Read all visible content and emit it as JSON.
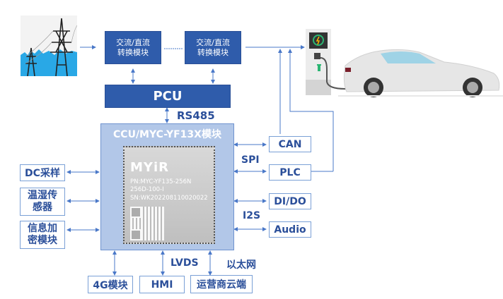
{
  "converters": [
    {
      "line1": "交流/直流",
      "line2": "转换模块"
    },
    {
      "line1": "交流/直流",
      "line2": "转换模块"
    }
  ],
  "pcu": {
    "label": "PCU"
  },
  "rs485_label": "RS485",
  "ccu": {
    "title": "CCU/MYC-YF13X模块",
    "chip": {
      "logo": "MYiR",
      "pn": "PN:MYC-YF135-256N",
      "pn2": "256D-100-I",
      "sn": "SN:WK202208110020022"
    }
  },
  "left_boxes": [
    {
      "label": "DC采样"
    },
    {
      "label": "温湿传感器"
    },
    {
      "label": "信息加密模块"
    }
  ],
  "right_boxes": [
    {
      "label": "CAN"
    },
    {
      "label": "PLC"
    },
    {
      "label": "DI/DO"
    },
    {
      "label": "Audio"
    }
  ],
  "right_labels": {
    "spi": "SPI",
    "i2s": "I2S"
  },
  "bottom_boxes": [
    {
      "label": "4G模块"
    },
    {
      "label": "HMI"
    },
    {
      "label": "运营商云端"
    }
  ],
  "bottom_labels": {
    "lvds": "LVDS",
    "ethernet": "以太网"
  },
  "colors": {
    "dark_blue": "#2f5cab",
    "light_blue": "#b2c7e8",
    "text_blue": "#2b4f9a",
    "line_blue": "#4a78c8"
  }
}
